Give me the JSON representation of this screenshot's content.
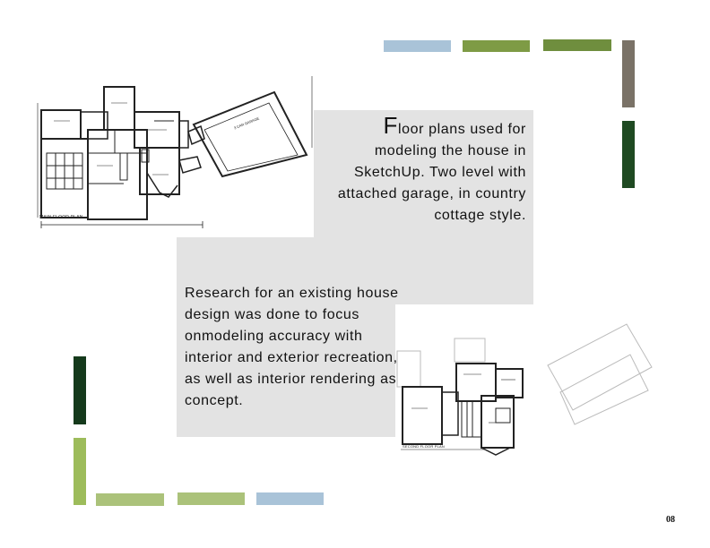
{
  "colors": {
    "light_blue": "#a9c3d8",
    "olive_green": "#7e9b45",
    "mid_green": "#6f8e3e",
    "taupe": "#7a7267",
    "dark_green": "#1f4a22",
    "forest_dark": "#153a1c",
    "light_green": "#9dbc5b",
    "pale_green": "#abc27a",
    "panel_gray": "#e3e3e3"
  },
  "floor_plans": {
    "main_caption": "MAIN FLOOR PLAN",
    "second_caption": "SECOND FLOOR PLAN",
    "garage_label": "3 CAR GARAGE"
  },
  "text": {
    "para1_initial": "F",
    "para1_rest": "loor plans used for modeling the house in SketchUp. Two level with attached garage, in country cottage style.",
    "para2": "Research for an existing house design was done to focus onmodeling accuracy with interior and exterior recreation, as well as interior rendering as concept."
  },
  "page_number": "08"
}
